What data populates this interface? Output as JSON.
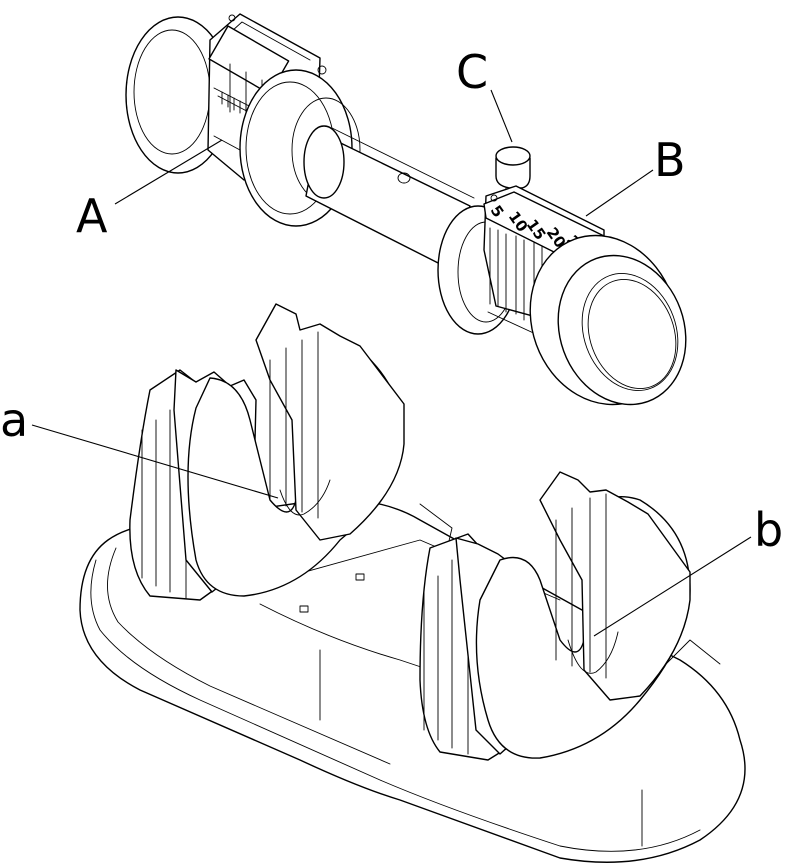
{
  "labels": {
    "A": "A",
    "B": "B",
    "C": "C",
    "a": "a",
    "b": "b"
  },
  "scale_marks": [
    "5",
    "10",
    "15",
    "20",
    "25"
  ],
  "colors": {
    "line": "#000000",
    "background": "#ffffff"
  }
}
